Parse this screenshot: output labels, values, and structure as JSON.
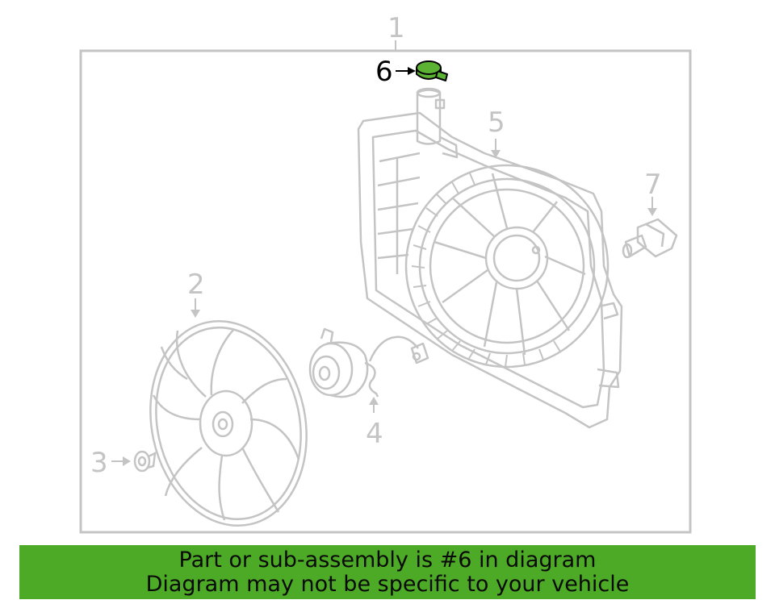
{
  "diagram": {
    "callouts": {
      "c1": "1",
      "c2": "2",
      "c3": "3",
      "c4": "4",
      "c5": "5",
      "c6": "6",
      "c7": "7"
    },
    "highlighted_part": "6",
    "colors": {
      "line": "#c4c4c4",
      "highlight_fill": "#5cb232",
      "highlight_stroke": "#000000",
      "banner_background": "#4caa26"
    }
  },
  "banner": {
    "line1": "Part or sub-assembly is #6 in diagram",
    "line2": "Diagram may not be specific to your vehicle"
  }
}
